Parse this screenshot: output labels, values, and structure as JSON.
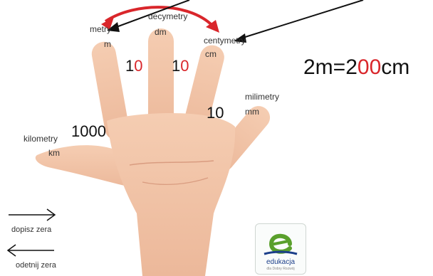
{
  "units": {
    "metry": {
      "name": "metry",
      "symbol": "m"
    },
    "decymetry": {
      "name": "decymetry",
      "symbol": "dm"
    },
    "centymetry": {
      "name": "centymetry",
      "symbol": "cm"
    },
    "milimetry": {
      "name": "milimetry",
      "symbol": "mm"
    },
    "kilometry": {
      "name": "kilometry",
      "symbol": "km"
    }
  },
  "factors": {
    "m_dm": {
      "lead": "1",
      "zero": "0"
    },
    "dm_cm": {
      "lead": "1",
      "zero": "0"
    },
    "cm_mm": "10",
    "km_m": "1000"
  },
  "example": {
    "before": "2m=2",
    "zeros": "00",
    "after": "cm"
  },
  "legend": {
    "right_arrow": "dopisz zera",
    "left_arrow": "odetnij zera"
  },
  "logo": {
    "name": "edukacja",
    "tagline": "dla Dobry Rozwój"
  },
  "colors": {
    "accent_red": "#d9262b",
    "skin": "#f2c3a7",
    "skin_shadow": "#d99c80",
    "logo_green": "#5aa02c",
    "logo_blue": "#1c3f8a"
  }
}
